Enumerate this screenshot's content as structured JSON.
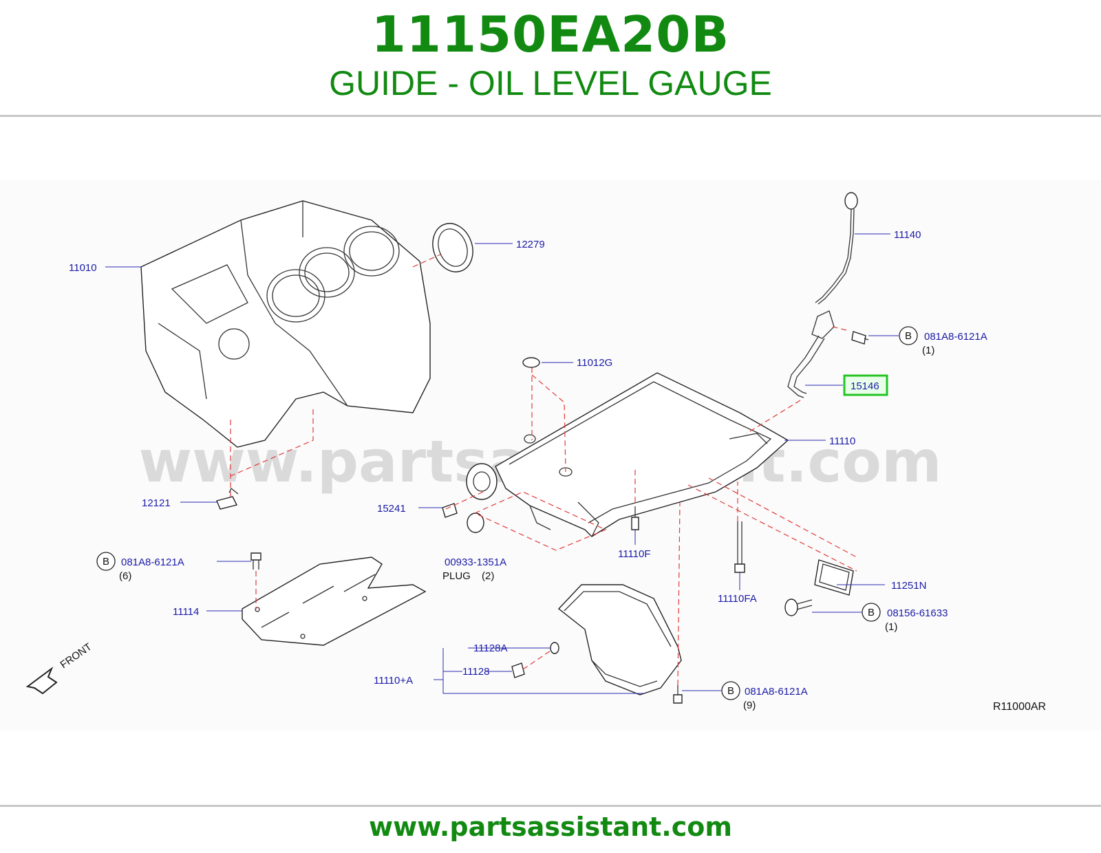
{
  "header": {
    "part_number": "11150EA20B",
    "description": "GUIDE - OIL LEVEL GAUGE"
  },
  "diagram": {
    "watermark": "www.partsassistant.com",
    "callouts": {
      "c11010": "11010",
      "c12279": "12279",
      "c11140": "11140",
      "c081a8_1": "081A8-6121A",
      "c081a8_1_qty": "(1)",
      "c11012g": "11012G",
      "c15146": "15146",
      "c11110": "11110",
      "c12121": "12121",
      "c15241": "15241",
      "c00933": "00933-1351A",
      "c00933_note": "PLUG",
      "c00933_qty": "(2)",
      "c11110f": "11110F",
      "c081a8_6": "081A8-6121A",
      "c081a8_6_qty": "(6)",
      "c11114": "11114",
      "c11110fa": "11110FA",
      "c11251n": "11251N",
      "c08156": "08156-61633",
      "c08156_qty": "(1)",
      "c11128a": "11128A",
      "c11128": "11128",
      "c11110a": "11110+A",
      "c081a8_9": "081A8-6121A",
      "c081a8_9_qty": "(9)",
      "front": "FRONT",
      "ref_code": "R11000AR",
      "b_marker": "B"
    },
    "highlight_color": "#22c422",
    "callout_color": "#1a1aa8",
    "title_color": "#128a12"
  },
  "footer": {
    "url": "www.partsassistant.com"
  }
}
